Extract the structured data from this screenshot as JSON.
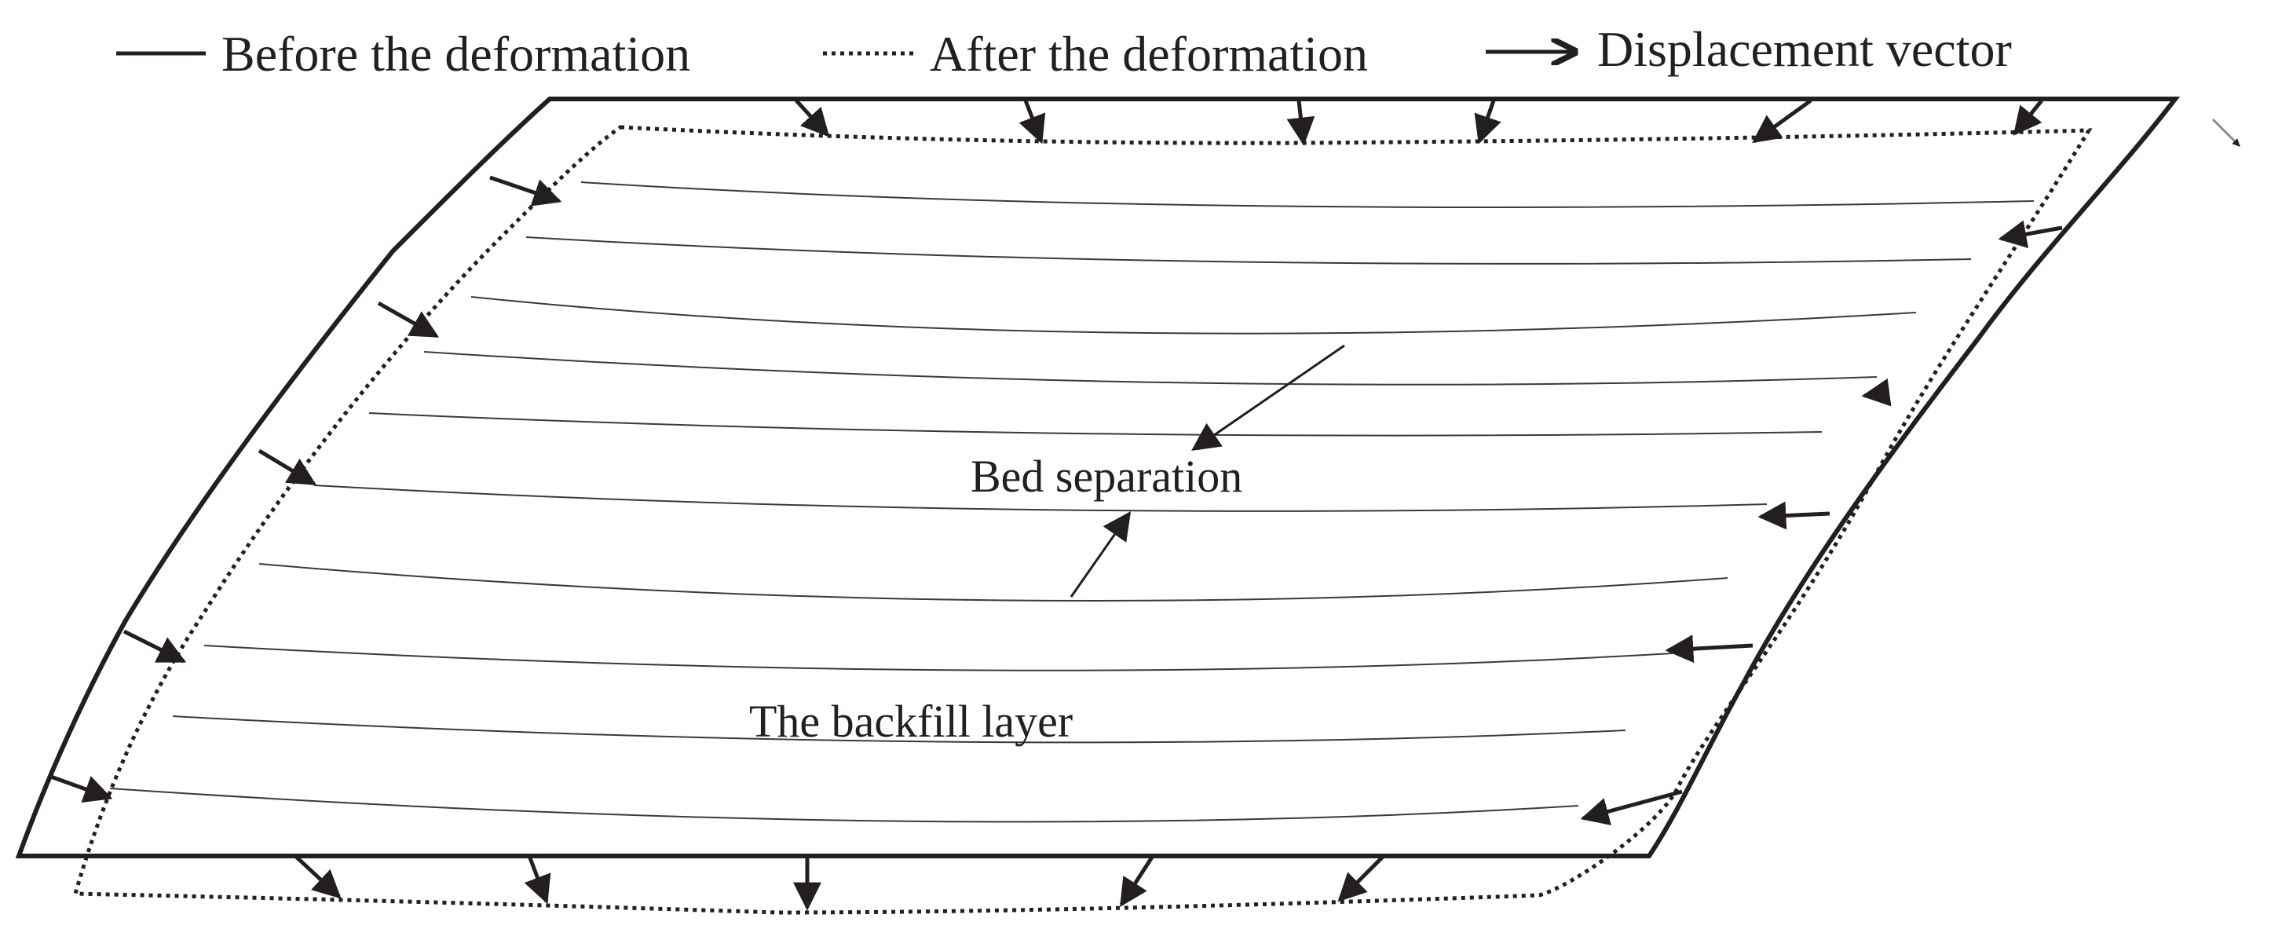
{
  "legend": {
    "before_label": "Before the deformation",
    "after_label": "After the deformation",
    "vector_label": "Displacement vector"
  },
  "annotations": {
    "bed_separation": "Bed separation",
    "backfill_layer": "The backfill layer"
  },
  "icons": [
    "solid-line-icon",
    "dotted-line-icon",
    "arrow-icon"
  ],
  "colors": {
    "line": "#231f20",
    "layer": "#3a3a3a"
  }
}
